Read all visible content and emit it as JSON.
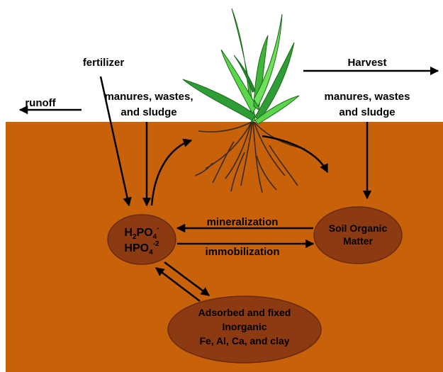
{
  "colors": {
    "soil": "#c8620a",
    "soil_edge": "#b35a08",
    "pool_fill": "#8b3a12",
    "pool_stroke": "#6a2a0c",
    "leaf_light": "#5bd54a",
    "leaf_dark": "#1f8a2a",
    "root": "#3a2a1a",
    "arrow": "#000000"
  },
  "labels": {
    "fertilizer": "fertilizer",
    "runoff": "runoff",
    "harvest": "Harvest",
    "manures_left_1": "manures, wastes,",
    "manures_left_2": "and sludge",
    "manures_right_1": "manures, wastes",
    "manures_right_2": "and sludge",
    "mineralization": "mineralization",
    "immobilization": "immobilization"
  },
  "pools": {
    "phosphate_1_base": "H",
    "phosphate_1_sub1": "2",
    "phosphate_1_mid": "PO",
    "phosphate_1_sub2": "4",
    "phosphate_1_sup": "-",
    "phosphate_2_base": "HPO",
    "phosphate_2_sub": "4",
    "phosphate_2_sup": "-2",
    "som_line1": "Soil Organic",
    "som_line2": "Matter",
    "adsorbed_line1": "Adsorbed and fixed",
    "adsorbed_line2": "Inorganic",
    "adsorbed_line3": "Fe, Al, Ca, and clay"
  },
  "icons": {
    "plant": "corn-plant-icon"
  }
}
